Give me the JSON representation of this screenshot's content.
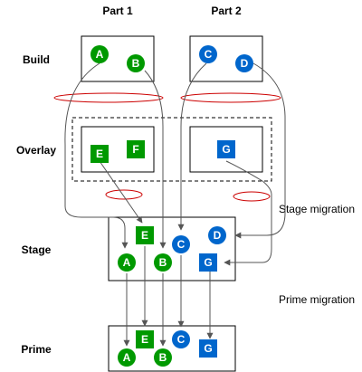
{
  "columns": [
    "Part 1",
    "Part 2"
  ],
  "rows": [
    "Build",
    "Overlay",
    "Stage",
    "Prime"
  ],
  "notes": {
    "stage_migration": "Stage migration",
    "prime_migration": "Prime migration"
  },
  "colors": {
    "green": "#009900",
    "blue": "#0066CC",
    "ellipse": "#CC0000",
    "line": "#555555"
  },
  "nodes": {
    "build_a": "A",
    "build_b": "B",
    "build_c": "C",
    "build_d": "D",
    "overlay_e": "E",
    "overlay_f": "F",
    "overlay_g": "G",
    "stage_e": "E",
    "stage_c": "C",
    "stage_d": "D",
    "stage_a": "A",
    "stage_b": "B",
    "stage_g": "G",
    "prime_e": "E",
    "prime_c": "C",
    "prime_g": "G",
    "prime_a": "A",
    "prime_b": "B"
  }
}
